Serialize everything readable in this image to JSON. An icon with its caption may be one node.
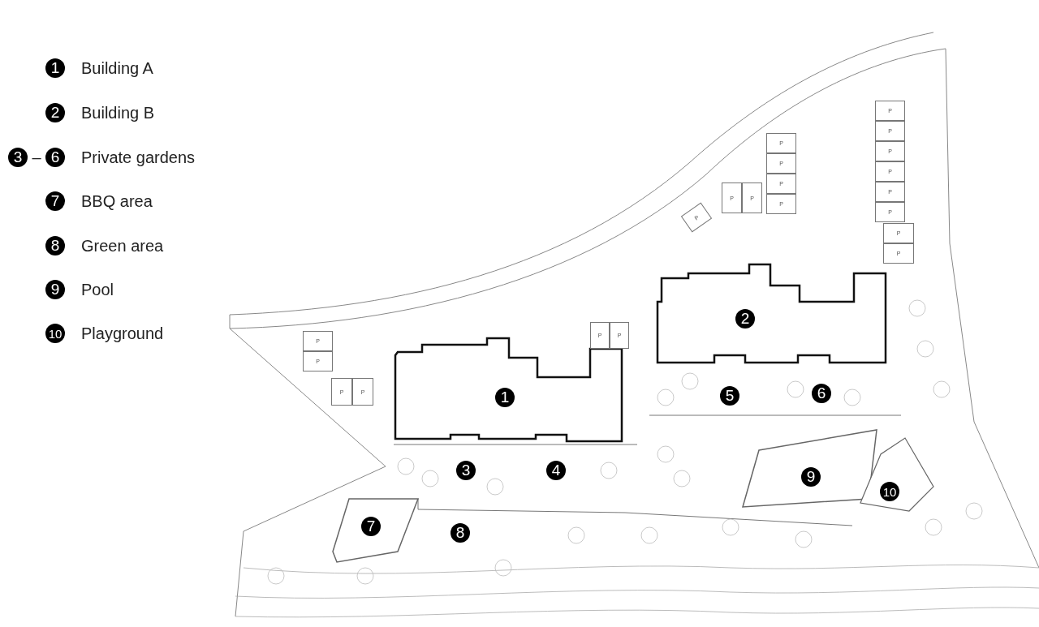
{
  "diagram": {
    "labels": [
      "1",
      "2",
      "3",
      "–",
      "6",
      "7",
      "8",
      "9",
      "10",
      "2",
      "1",
      "5",
      "6",
      "3",
      "4",
      "9",
      "10",
      "7",
      "8",
      "P",
      "P",
      "P",
      "P",
      "P",
      "P",
      "P",
      "P",
      "P",
      "P",
      "P",
      "P",
      "P",
      "P",
      "P",
      "P",
      "P",
      "P",
      "P",
      "P",
      "P"
    ],
    "legend": [
      {
        "text": "Building A"
      },
      {
        "text": "Building B"
      },
      {
        "text": "Private gardens"
      },
      {
        "text": "BBQ area"
      },
      {
        "text": "Green area"
      },
      {
        "text": "Pool"
      },
      {
        "text": "Playground"
      }
    ]
  }
}
